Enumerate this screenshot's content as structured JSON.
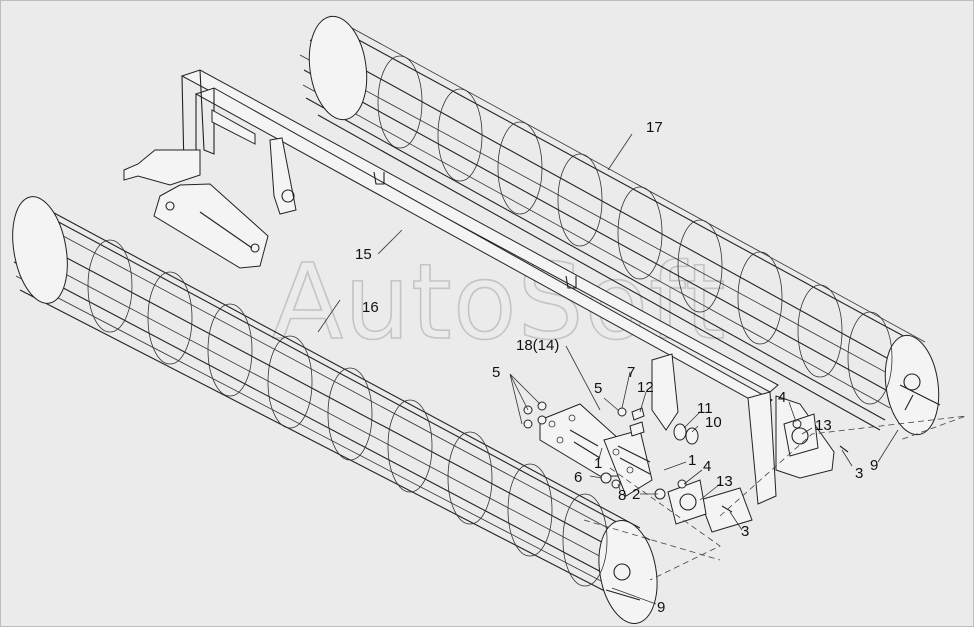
{
  "watermark": "AutoSoft",
  "callouts": {
    "c17": "17",
    "c15": "15",
    "c16": "16",
    "c18": "18(14)",
    "c5a": "5",
    "c5b": "5",
    "c7": "7",
    "c12": "12",
    "c11": "11",
    "c10": "10",
    "c4a": "4",
    "c13a": "13",
    "c3a": "3",
    "c9a": "9",
    "c1a": "1",
    "c1b": "1",
    "c4b": "4",
    "c6": "6",
    "c8": "8",
    "c2": "2",
    "c13b": "13",
    "c3b": "3",
    "c9b": "9"
  }
}
